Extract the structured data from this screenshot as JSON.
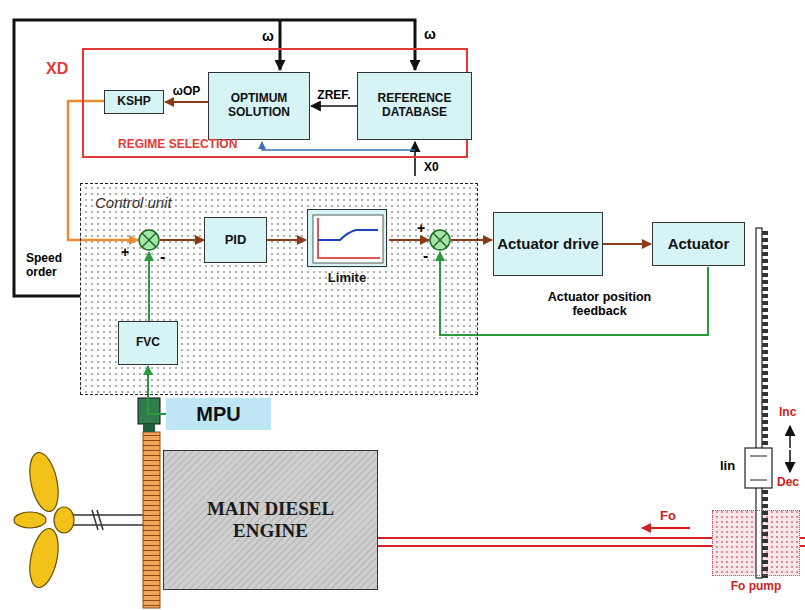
{
  "diagram": {
    "nodes": [
      {
        "text": [
          "REGIME SELECTION"
        ]
      },
      {
        "text": [
          "KSHP"
        ],
        "in": 0
      },
      {
        "text": [
          "OPTIMUM SOLUTION"
        ],
        "in": 0
      },
      {
        "text": [
          "REFERENCE DATABASE"
        ],
        "in": 0
      },
      {
        "text": [
          "Control unit"
        ]
      },
      {
        "text": [
          "PID"
        ],
        "in": 4
      },
      {
        "text": [
          "Limite"
        ],
        "in": 4
      },
      {
        "text": [
          "FVC"
        ],
        "in": 4
      },
      {
        "text": [
          "Actuator drive"
        ]
      },
      {
        "text": [
          "Actuator"
        ]
      },
      {
        "text": [
          "MPU"
        ]
      },
      {
        "text": [
          "MAIN DIESEL ENGINE"
        ]
      },
      {
        "text": [
          "Fo pump"
        ]
      }
    ],
    "edges": [
      {
        "from": 3,
        "to": 2,
        "label": "ZREF.",
        "arrow": "to"
      },
      {
        "from": 2,
        "to": 1,
        "label": "ωOP",
        "arrow": "to"
      },
      {
        "from": 5,
        "to": 6,
        "arrow": "to"
      },
      {
        "from": 8,
        "to": 9,
        "arrow": "to"
      },
      {
        "from": 10,
        "to": 7,
        "arrow": "to"
      }
    ],
    "labels": [
      "XD",
      "ω",
      "ω",
      "X0",
      "Speed order",
      "+",
      "-",
      "+",
      "-",
      "Actuator position feedback",
      "Fo",
      "lin",
      "Inc",
      "Dec"
    ]
  }
}
